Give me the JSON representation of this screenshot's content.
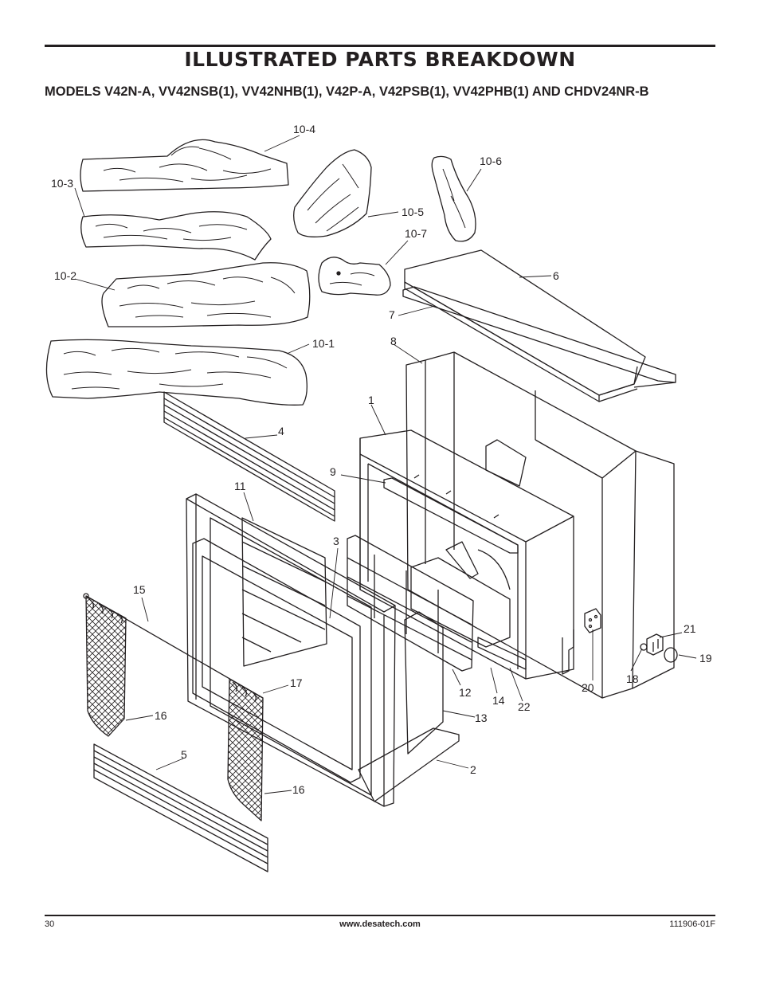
{
  "header": {
    "title": "ILLUSTRATED PARTS BREAKDOWN",
    "models": "MODELS V42N-A, VV42NSB(1), VV42NHB(1), V42P-A, V42PSB(1), VV42PHB(1) AND CHDV24NR-B"
  },
  "callouts": {
    "c10_4": "10-4",
    "c10_3": "10-3",
    "c10_6": "10-6",
    "c10_5": "10-5",
    "c10_7": "10-7",
    "c10_2": "10-2",
    "c10_1": "10-1",
    "c6": "6",
    "c7": "7",
    "c8": "8",
    "c1": "1",
    "c4": "4",
    "c9": "9",
    "c11": "11",
    "c3": "3",
    "c15": "15",
    "c21": "21",
    "c19": "19",
    "c17": "17",
    "c12": "12",
    "c14": "14",
    "c22": "22",
    "c20": "20",
    "c18": "18",
    "c13": "13",
    "c16a": "16",
    "c5": "5",
    "c2": "2",
    "c16b": "16"
  },
  "footer": {
    "page_number": "30",
    "website": "www.desatech.com",
    "doc_number": "111906-01F"
  }
}
